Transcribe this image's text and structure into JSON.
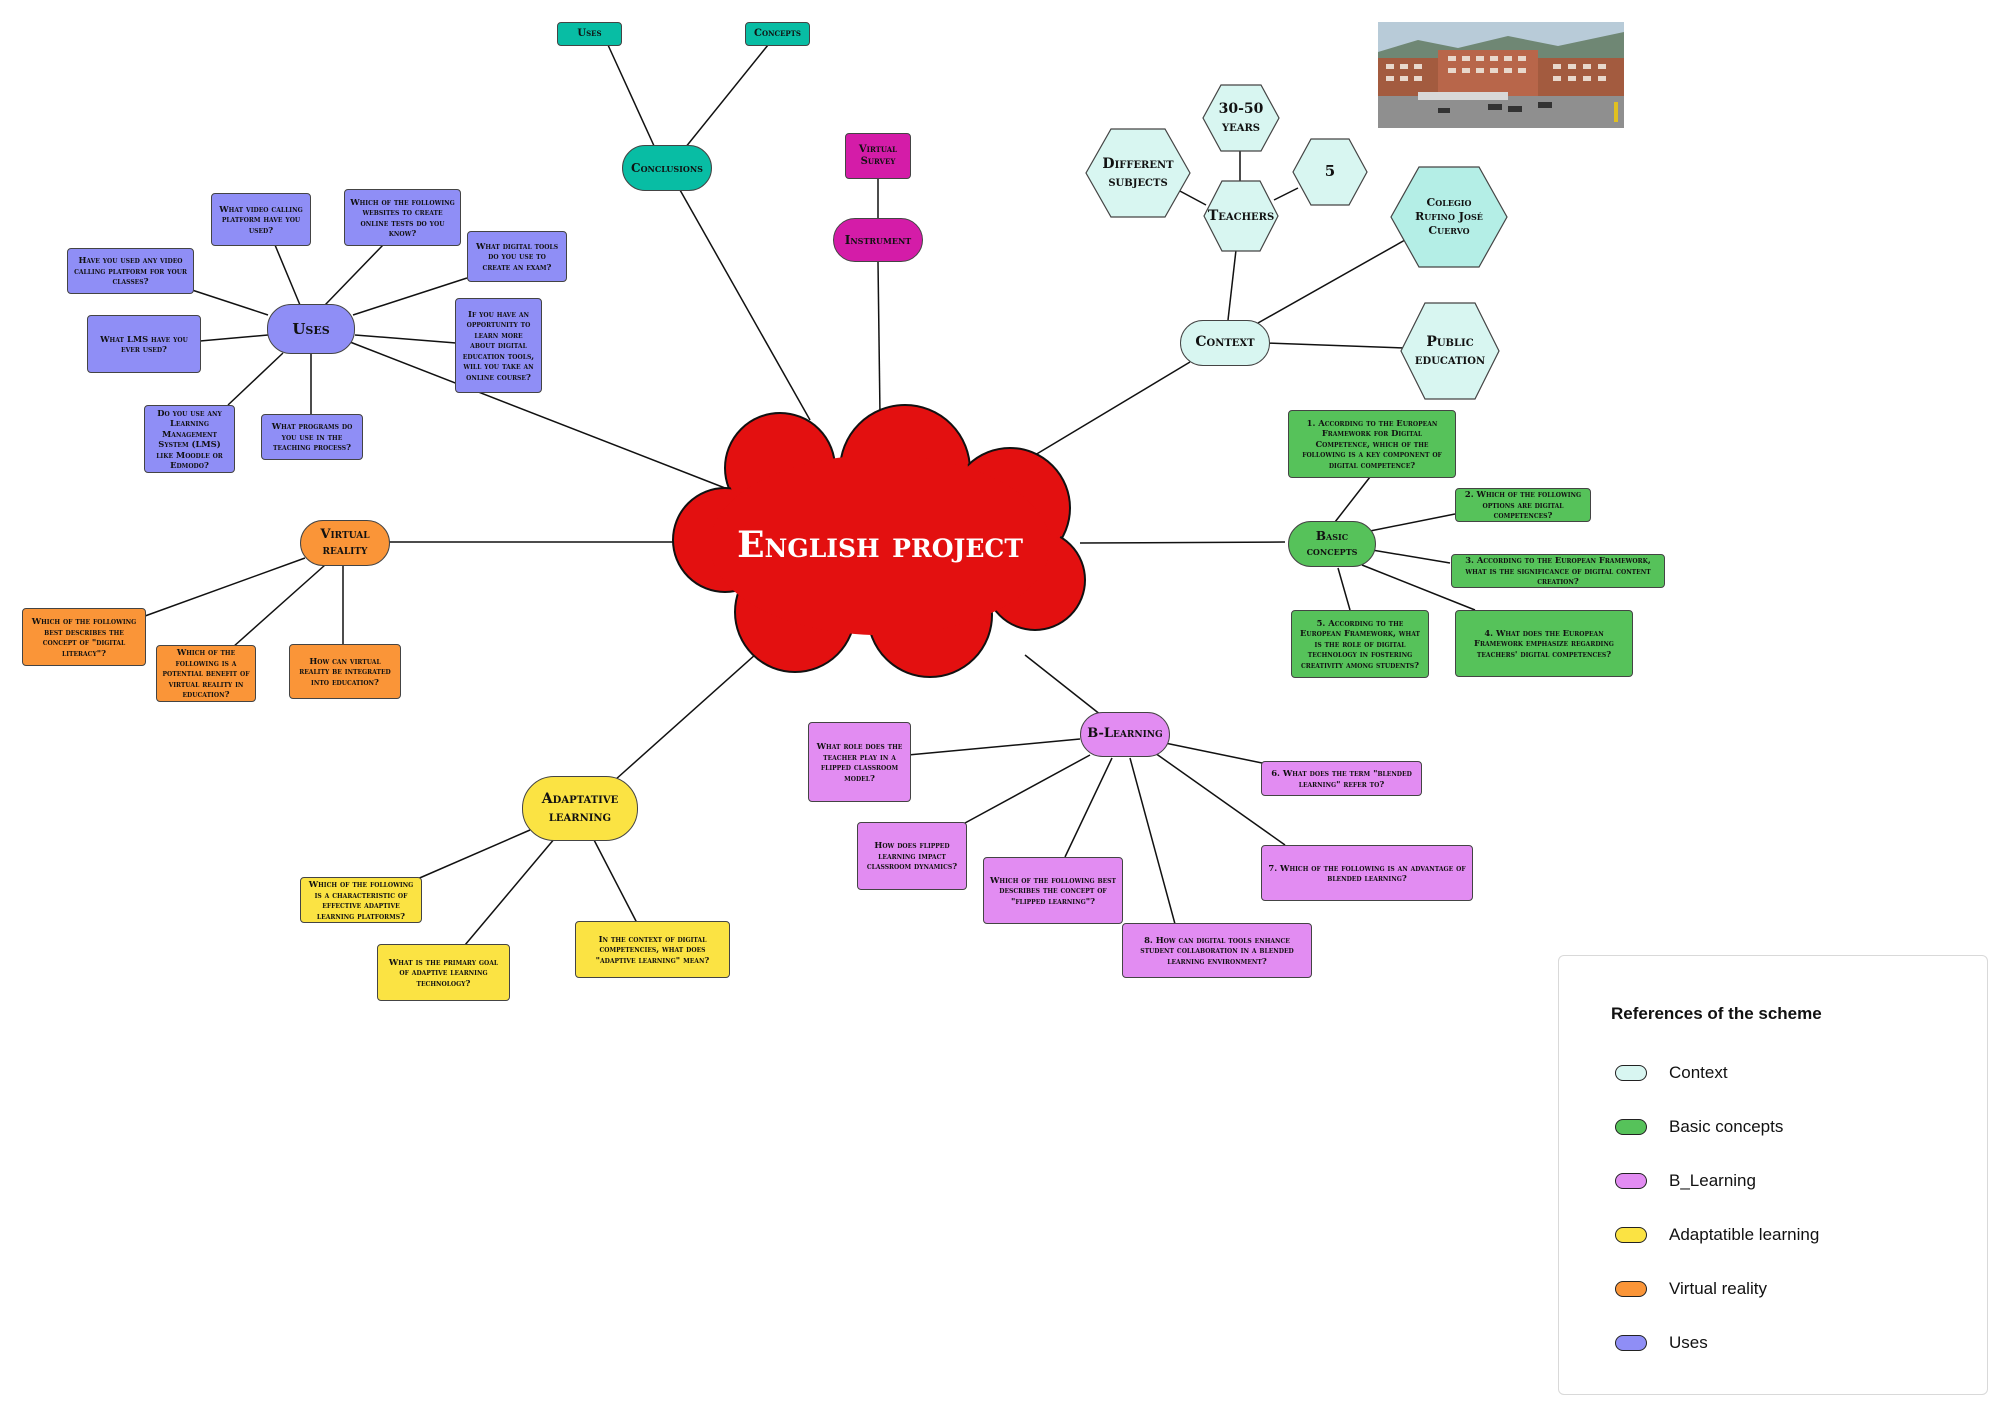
{
  "center": {
    "title": "English project",
    "color": "#e31010"
  },
  "conclusions": {
    "label": "Conclusions",
    "children": [
      "Uses",
      "Concepts"
    ]
  },
  "instrument": {
    "label": "Instrument",
    "child": "Virtual Survey"
  },
  "context": {
    "label": "Context",
    "teachers": "Teachers",
    "teacher_items": [
      "30-50 years",
      "Different subjects",
      "5"
    ],
    "school": "Colegio Rufino José Cuervo",
    "public": "Public education"
  },
  "basic": {
    "label": "Basic concepts",
    "questions": [
      "1. According to the European Framework for Digital Competence, which of the following is a key component of digital competence?",
      "2. Which of the following options are digital competences?",
      "3. According to the European Framework, what is the significance of digital content creation?",
      "4. What does the European Framework emphasize regarding teachers' digital competences?",
      "5. According to the European Framework, what is the role of digital technology in fostering creativity among students?"
    ]
  },
  "blearning": {
    "label": "B-Learning",
    "questions": [
      "What role does the teacher play in a flipped classroom model?",
      "6.  What does the term \"blended learning\" refer to?",
      "How does flipped learning impact classroom dynamics?",
      "Which of the following best describes the concept of \"flipped learning\"?",
      "8. How can digital tools enhance student collaboration in a blended learning environment?",
      "7. Which of the following is an advantage of blended learning?"
    ]
  },
  "adaptative": {
    "label": "Adaptative learning",
    "questions": [
      "Which of the following is a characteristic of effective adaptive learning platforms?",
      "What is the primary goal of adaptive learning technology?",
      "In the context of digital competencies, what does \"adaptive learning\" mean?"
    ]
  },
  "virtual_reality": {
    "label": "Virtual reality",
    "questions": [
      "Which of the following best describes the concept of \"digital literacy\"?",
      "Which of the following is a potential benefit of virtual reality in education?",
      "How can virtual reality be integrated into education?"
    ]
  },
  "uses": {
    "label": "Uses",
    "questions": [
      "What video calling platform have you used?",
      "Which of the following websites to create online tests do you know?",
      "What digital tools do you use to create an exam?",
      "Have you used any video calling platform for your classes?",
      "What LMS have you ever used?",
      "If you have an opportunity to learn more about digital education tools, will you take an online course?",
      "Do you use any Learning Management System (LMS) like Moodle or Edmodo?",
      "What programs do you use in the teaching process?"
    ]
  },
  "legend": {
    "title": "References of the scheme",
    "items": [
      {
        "label": "Context",
        "color": "#d8f6f1"
      },
      {
        "label": "Basic concepts",
        "color": "#56c25a"
      },
      {
        "label": "B_Learning",
        "color": "#e28cf2"
      },
      {
        "label": "Adaptatible learning",
        "color": "#fbe343"
      },
      {
        "label": "Virtual reality",
        "color": "#fa9538"
      },
      {
        "label": "Uses",
        "color": "#8f8ef6"
      }
    ]
  }
}
